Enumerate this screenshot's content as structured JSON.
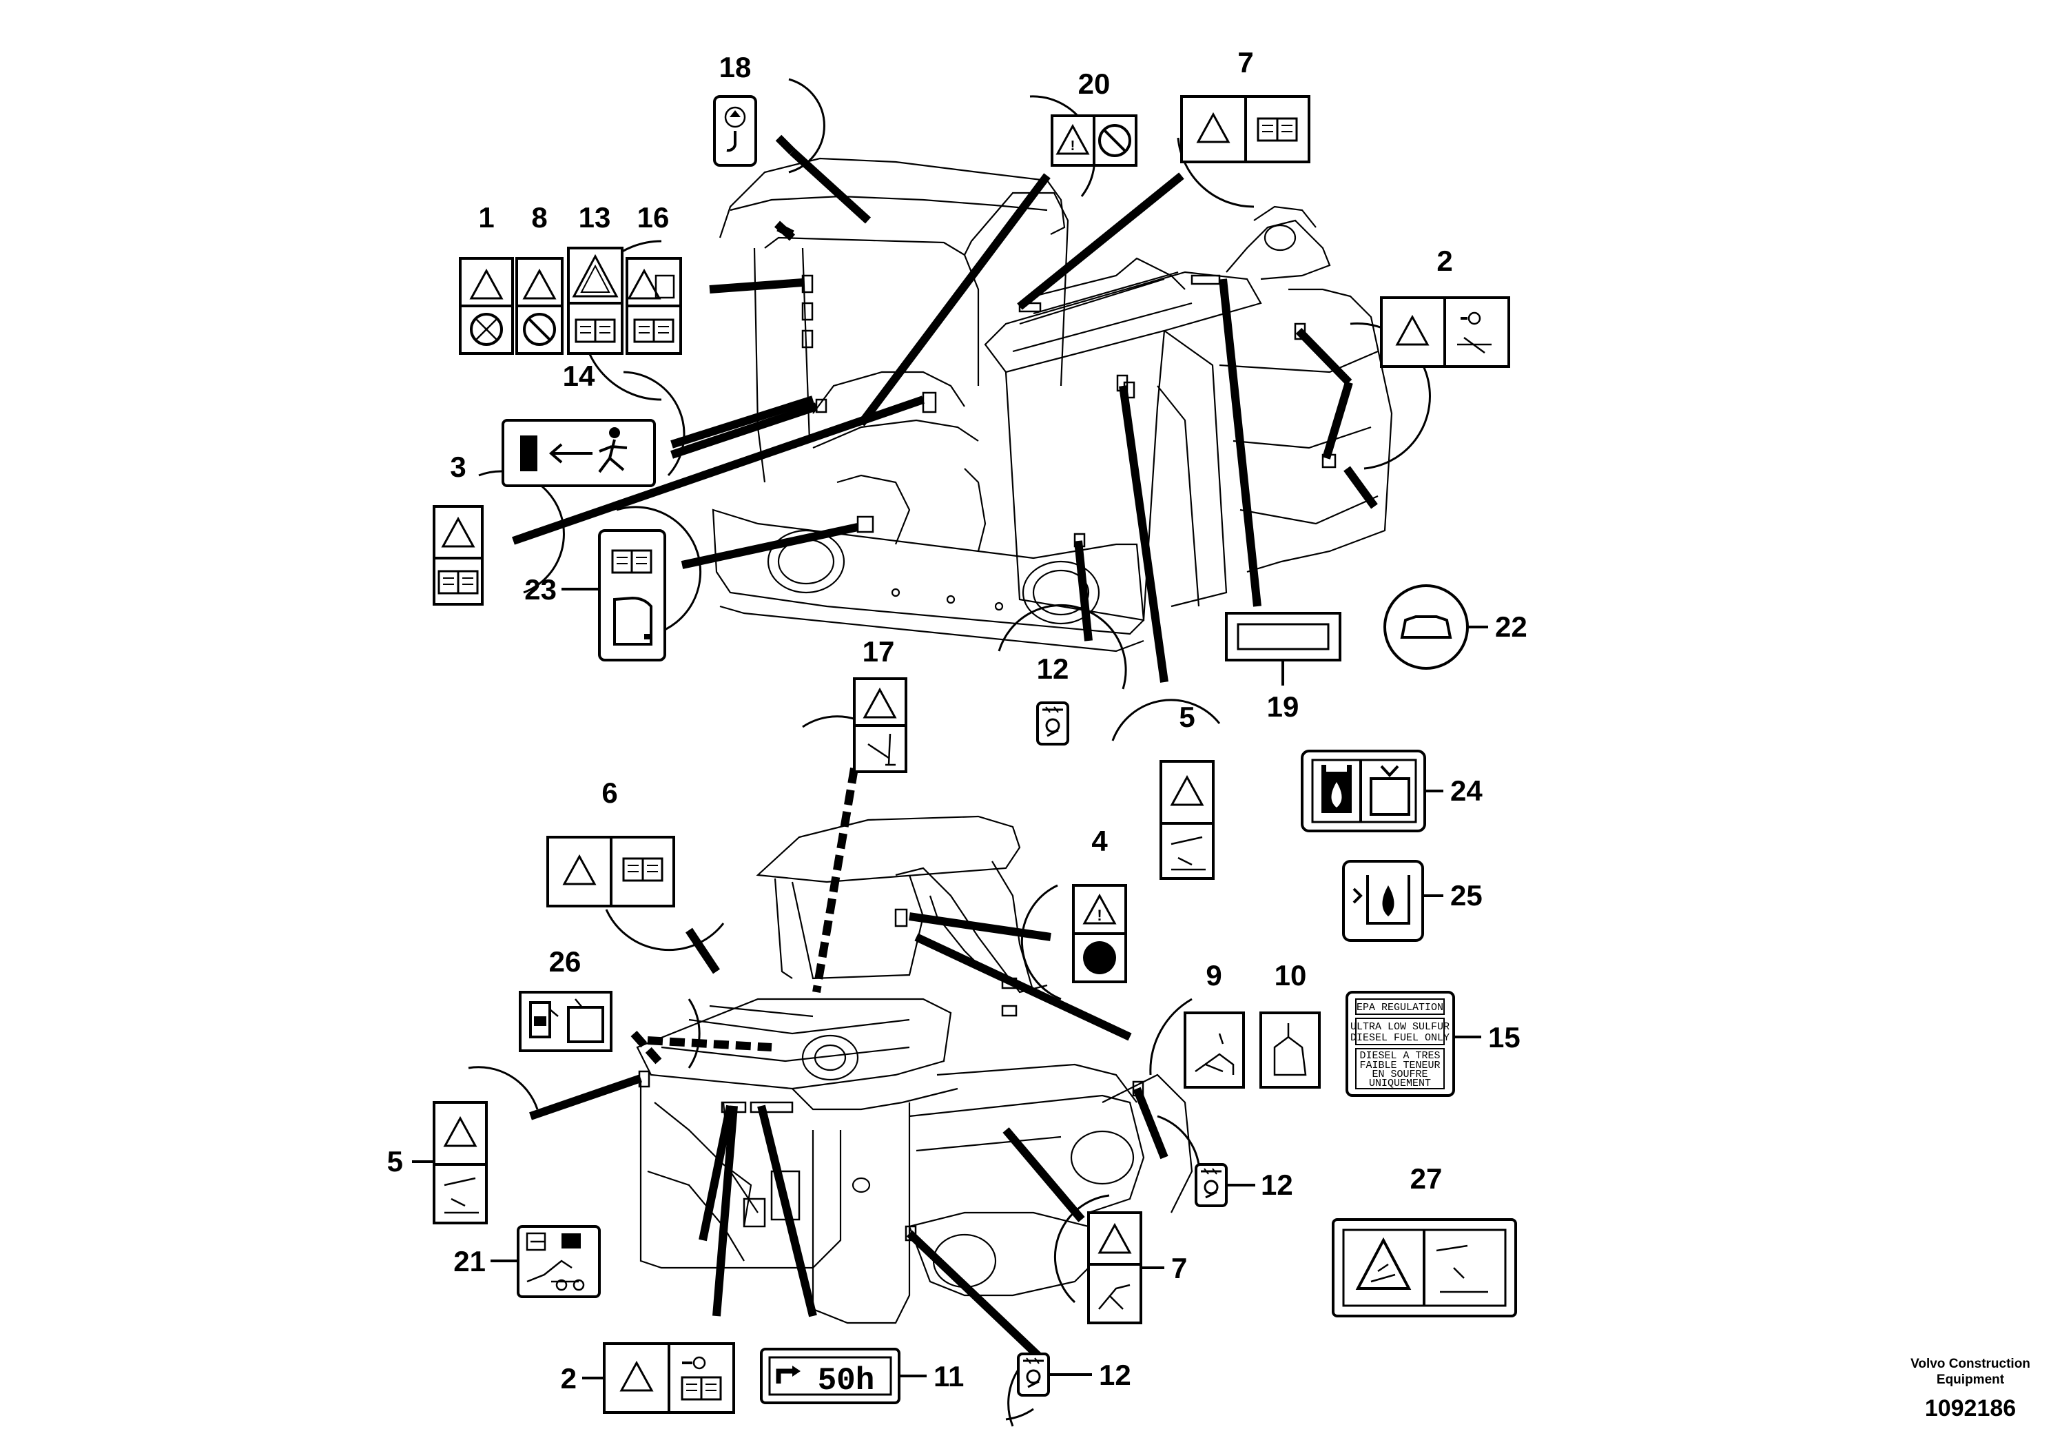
{
  "callouts": {
    "n1": "1",
    "n2a": "2",
    "n2b": "2",
    "n3": "3",
    "n4": "4",
    "n5a": "5",
    "n5b": "5",
    "n6": "6",
    "n7a": "7",
    "n7b": "7",
    "n8": "8",
    "n9": "9",
    "n10": "10",
    "n11": "11",
    "n12a": "12",
    "n12b": "12",
    "n12c": "12",
    "n13": "13",
    "n14": "14",
    "n15": "15",
    "n16": "16",
    "n17": "17",
    "n18": "18",
    "n19": "19",
    "n20": "20",
    "n21": "21",
    "n22": "22",
    "n23": "23",
    "n24": "24",
    "n25": "25",
    "n26": "26",
    "n27": "27"
  },
  "decal_15": {
    "header": "EPA REGULATION",
    "line1": "ULTRA LOW SULFUR",
    "line2": "DIESEL FUEL ONLY",
    "line3": "DIESEL A TRES",
    "line4": "FAIBLE TENEUR",
    "line5": "EN SOUFRE",
    "line6": "UNIQUEMENT"
  },
  "decal_11": {
    "text": "50h"
  },
  "footer": {
    "brand_line1": "Volvo Construction",
    "brand_line2": "Equipment",
    "doc_number": "1092186"
  }
}
